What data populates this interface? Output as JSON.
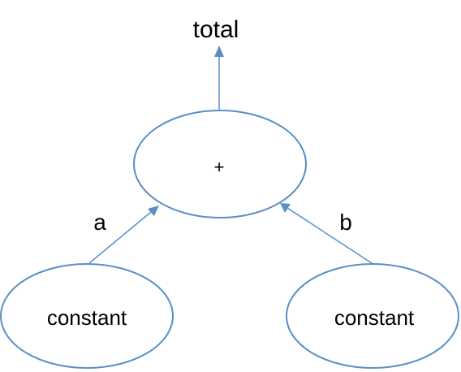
{
  "diagram": {
    "output_label": "total",
    "operator_node": {
      "symbol": "+"
    },
    "edges": [
      {
        "label": "a"
      },
      {
        "label": "b"
      }
    ],
    "input_nodes": [
      {
        "label": "constant"
      },
      {
        "label": "constant"
      }
    ],
    "colors": {
      "stroke": "#5b8fc4",
      "text": "#000000",
      "background": "#ffffff"
    }
  }
}
